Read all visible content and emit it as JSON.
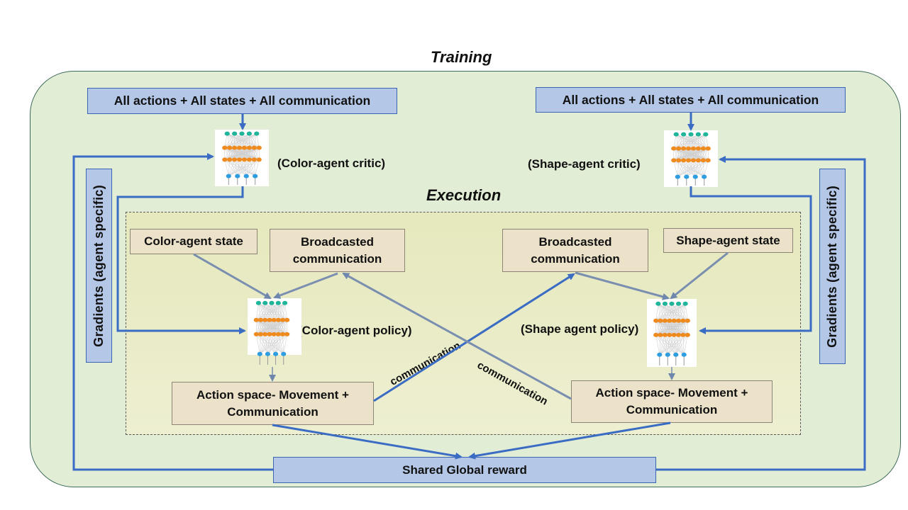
{
  "titles": {
    "training": "Training",
    "execution": "Execution"
  },
  "critic_inputs": {
    "left": "All actions + All states + All communication",
    "right": "All actions + All states + All communication"
  },
  "critics": {
    "left": "(Color-agent critic)",
    "right": "(Shape-agent critic)"
  },
  "gradients": {
    "left": "Gradients (agent specific)",
    "right": "Gradients (agent specific)"
  },
  "states": {
    "color": "Color-agent state",
    "shape": "Shape-agent state"
  },
  "broadcast": {
    "left": "Broadcasted communication",
    "right": "Broadcasted communication"
  },
  "policies": {
    "color": "(Color-agent policy)",
    "shape": "(Shape agent policy)"
  },
  "action_spaces": {
    "left": "Action space- Movement + Communication",
    "right": "Action space- Movement + Communication"
  },
  "communication_labels": {
    "left": "communication",
    "right": "communication"
  },
  "reward": "Shared Global reward",
  "colors": {
    "background_panel": "#e2edd6",
    "execution_panel": "#e6e8bd",
    "blue_box": "#b4c7e7",
    "tan_box": "#ebe2c9",
    "arrow_blue": "#3b6cc4",
    "arrow_gray": "#7a8fb0"
  }
}
